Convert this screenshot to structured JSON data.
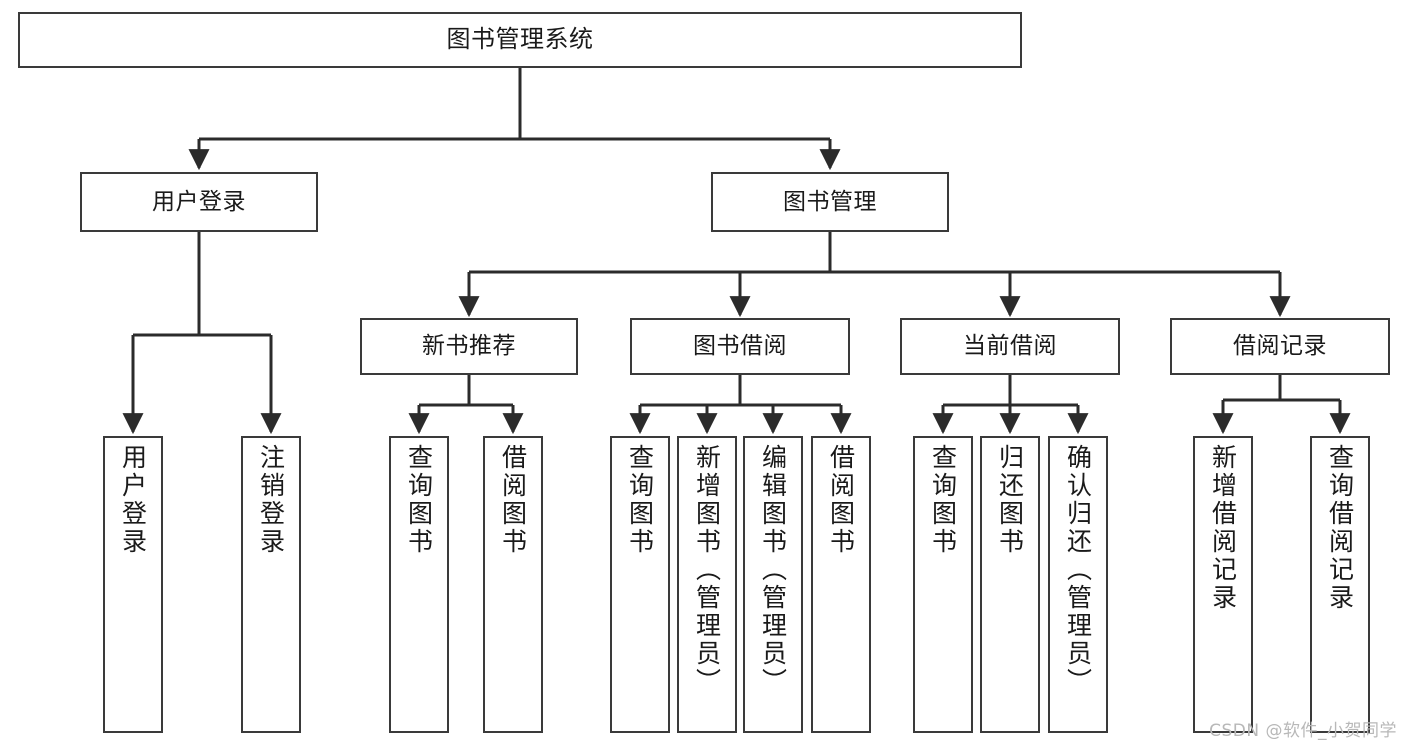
{
  "diagram": {
    "title": "图书管理系统",
    "type": "tree-hierarchy-chart",
    "watermark": "CSDN @软件_小贺同学",
    "colors": {
      "background": "#ffffff",
      "box_border": "#3a3a3a",
      "connector": "#2b2b2b",
      "text": "#1a1a1a",
      "watermark": "#b8b8b8"
    },
    "root": {
      "label": "图书管理系统"
    },
    "level2": [
      {
        "id": "user-login",
        "label": "用户登录"
      },
      {
        "id": "book-management",
        "label": "图书管理"
      }
    ],
    "level3": [
      {
        "id": "new-book-recommend",
        "label": "新书推荐"
      },
      {
        "id": "book-borrow",
        "label": "图书借阅"
      },
      {
        "id": "current-borrow",
        "label": "当前借阅"
      },
      {
        "id": "borrow-record",
        "label": "借阅记录"
      }
    ],
    "leaves": {
      "user_login": [
        {
          "id": "leaf-user-login",
          "label": "用户登录"
        },
        {
          "id": "leaf-logout-login",
          "label": "注销登录"
        }
      ],
      "new_book_recommend": [
        {
          "id": "leaf-query-book-1",
          "label": "查询图书"
        },
        {
          "id": "leaf-borrow-book-1",
          "label": "借阅图书"
        }
      ],
      "book_borrow": [
        {
          "id": "leaf-query-book-2",
          "label": "查询图书"
        },
        {
          "id": "leaf-add-book",
          "label": "新增图书（管理员）"
        },
        {
          "id": "leaf-edit-book",
          "label": "编辑图书（管理员）"
        },
        {
          "id": "leaf-borrow-book-2",
          "label": "借阅图书"
        }
      ],
      "current_borrow": [
        {
          "id": "leaf-query-book-3",
          "label": "查询图书"
        },
        {
          "id": "leaf-return-book",
          "label": "归还图书"
        },
        {
          "id": "leaf-confirm-return",
          "label": "确认归还（管理员）"
        }
      ],
      "borrow_record": [
        {
          "id": "leaf-add-record",
          "label": "新增借阅记录"
        },
        {
          "id": "leaf-query-record",
          "label": "查询借阅记录"
        }
      ]
    }
  }
}
